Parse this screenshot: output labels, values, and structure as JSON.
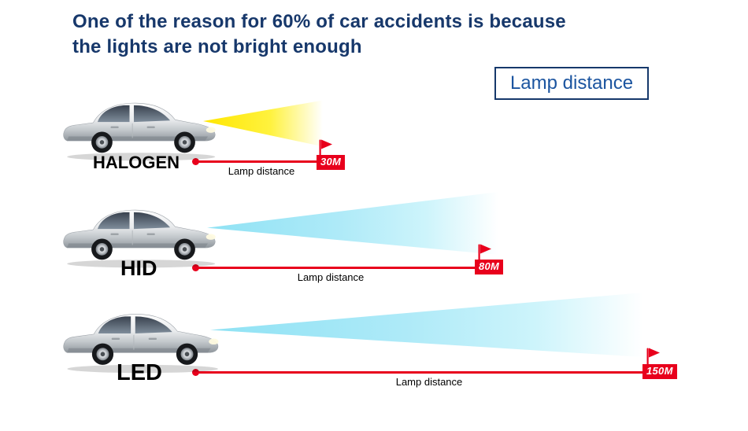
{
  "title": {
    "line1": "One of the reason for 60% of car accidents is because",
    "line2": "the lights are not bright enough"
  },
  "legend": {
    "label": "Lamp distance"
  },
  "rows": [
    {
      "label": "HALOGEN",
      "distance": "30M",
      "lamp_label": "Lamp distance",
      "beam_color": "#ffe600"
    },
    {
      "label": "HID",
      "distance": "80M",
      "lamp_label": "Lamp distance",
      "beam_color": "#aeeaf8"
    },
    {
      "label": "LED",
      "distance": "150M",
      "lamp_label": "Lamp distance",
      "beam_color": "#aeeaf8"
    }
  ],
  "colors": {
    "title_blue": "#17386b",
    "accent_red": "#e8001c",
    "beam_yellow": "#ffe600",
    "beam_cyan": "#aeeaf8"
  }
}
